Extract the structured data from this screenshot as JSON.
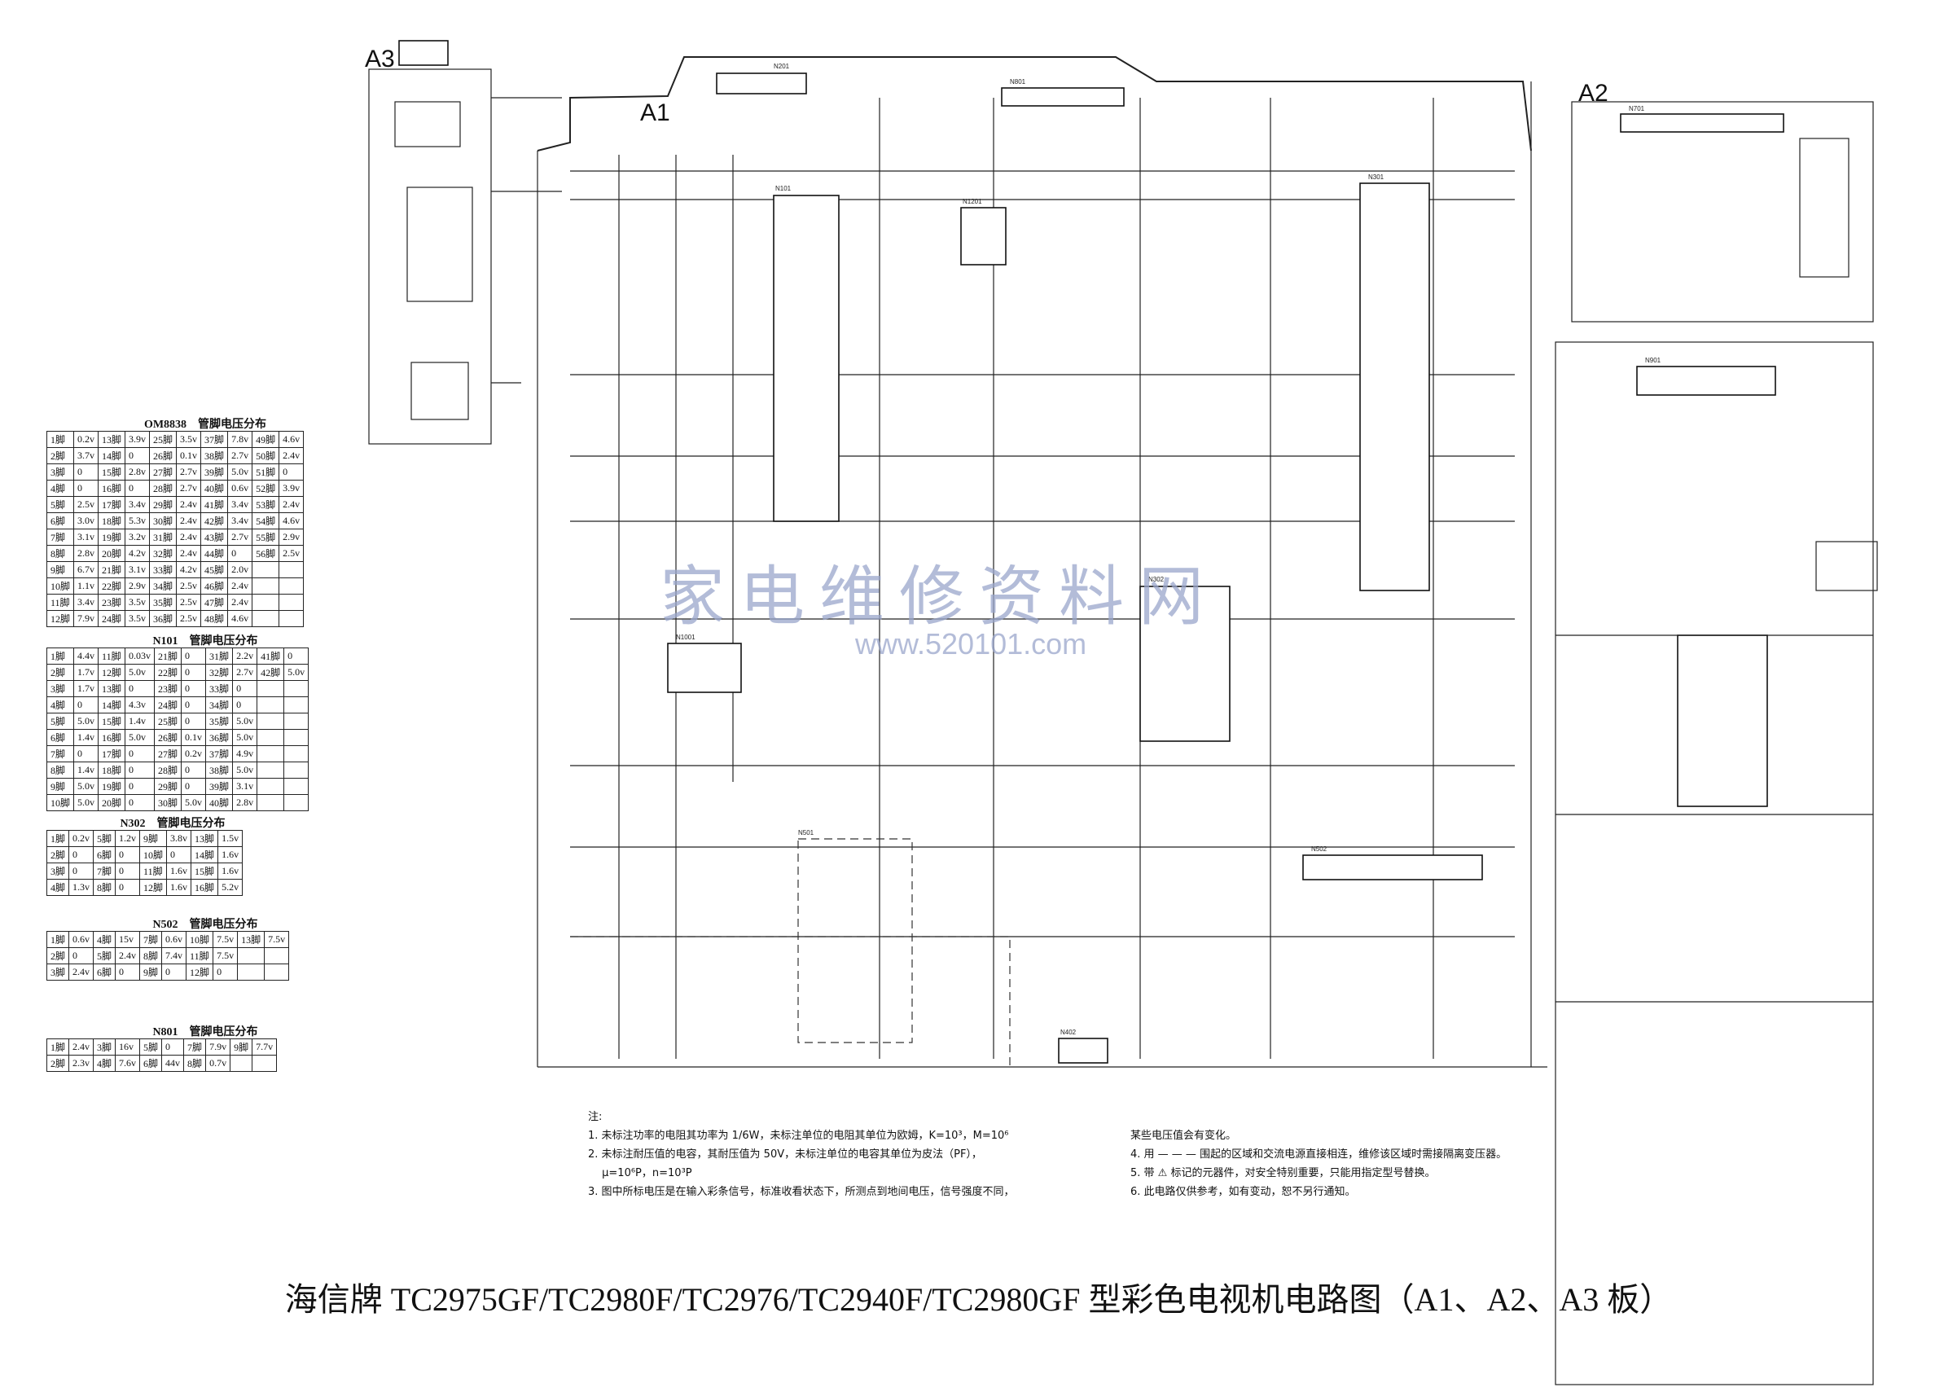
{
  "boards": {
    "a1": "A1",
    "a2": "A2",
    "a3": "A3"
  },
  "chip_labels": [
    "N201",
    "N101",
    "N301",
    "N302",
    "N501",
    "N502",
    "N801",
    "N901",
    "N1001",
    "N1201",
    "N701",
    "N402"
  ],
  "voltage_tables": [
    {
      "title": "OM8838　管脚电压分布",
      "rows": [
        [
          "1脚",
          "0.2v",
          "13脚",
          "3.9v",
          "25脚",
          "3.5v",
          "37脚",
          "7.8v",
          "49脚",
          "4.6v"
        ],
        [
          "2脚",
          "3.7v",
          "14脚",
          "0",
          "26脚",
          "0.1v",
          "38脚",
          "2.7v",
          "50脚",
          "2.4v"
        ],
        [
          "3脚",
          "0",
          "15脚",
          "2.8v",
          "27脚",
          "2.7v",
          "39脚",
          "5.0v",
          "51脚",
          "0"
        ],
        [
          "4脚",
          "0",
          "16脚",
          "0",
          "28脚",
          "2.7v",
          "40脚",
          "0.6v",
          "52脚",
          "3.9v"
        ],
        [
          "5脚",
          "2.5v",
          "17脚",
          "3.4v",
          "29脚",
          "2.4v",
          "41脚",
          "3.4v",
          "53脚",
          "2.4v"
        ],
        [
          "6脚",
          "3.0v",
          "18脚",
          "5.3v",
          "30脚",
          "2.4v",
          "42脚",
          "3.4v",
          "54脚",
          "4.6v"
        ],
        [
          "7脚",
          "3.1v",
          "19脚",
          "3.2v",
          "31脚",
          "2.4v",
          "43脚",
          "2.7v",
          "55脚",
          "2.9v"
        ],
        [
          "8脚",
          "2.8v",
          "20脚",
          "4.2v",
          "32脚",
          "2.4v",
          "44脚",
          "0",
          "56脚",
          "2.5v"
        ],
        [
          "9脚",
          "6.7v",
          "21脚",
          "3.1v",
          "33脚",
          "4.2v",
          "45脚",
          "2.0v",
          "",
          ""
        ],
        [
          "10脚",
          "1.1v",
          "22脚",
          "2.9v",
          "34脚",
          "2.5v",
          "46脚",
          "2.4v",
          "",
          ""
        ],
        [
          "11脚",
          "3.4v",
          "23脚",
          "3.5v",
          "35脚",
          "2.5v",
          "47脚",
          "2.4v",
          "",
          ""
        ],
        [
          "12脚",
          "7.9v",
          "24脚",
          "3.5v",
          "36脚",
          "2.5v",
          "48脚",
          "4.6v",
          "",
          ""
        ]
      ]
    },
    {
      "title": "N101　管脚电压分布",
      "rows": [
        [
          "1脚",
          "4.4v",
          "11脚",
          "0.03v",
          "21脚",
          "0",
          "31脚",
          "2.2v",
          "41脚",
          "0"
        ],
        [
          "2脚",
          "1.7v",
          "12脚",
          "5.0v",
          "22脚",
          "0",
          "32脚",
          "2.7v",
          "42脚",
          "5.0v"
        ],
        [
          "3脚",
          "1.7v",
          "13脚",
          "0",
          "23脚",
          "0",
          "33脚",
          "0",
          "",
          ""
        ],
        [
          "4脚",
          "0",
          "14脚",
          "4.3v",
          "24脚",
          "0",
          "34脚",
          "0",
          "",
          ""
        ],
        [
          "5脚",
          "5.0v",
          "15脚",
          "1.4v",
          "25脚",
          "0",
          "35脚",
          "5.0v",
          "",
          ""
        ],
        [
          "6脚",
          "1.4v",
          "16脚",
          "5.0v",
          "26脚",
          "0.1v",
          "36脚",
          "5.0v",
          "",
          ""
        ],
        [
          "7脚",
          "0",
          "17脚",
          "0",
          "27脚",
          "0.2v",
          "37脚",
          "4.9v",
          "",
          ""
        ],
        [
          "8脚",
          "1.4v",
          "18脚",
          "0",
          "28脚",
          "0",
          "38脚",
          "5.0v",
          "",
          ""
        ],
        [
          "9脚",
          "5.0v",
          "19脚",
          "0",
          "29脚",
          "0",
          "39脚",
          "3.1v",
          "",
          ""
        ],
        [
          "10脚",
          "5.0v",
          "20脚",
          "0",
          "30脚",
          "5.0v",
          "40脚",
          "2.8v",
          "",
          ""
        ]
      ]
    },
    {
      "title": "N302　管脚电压分布",
      "rows": [
        [
          "1脚",
          "0.2v",
          "5脚",
          "1.2v",
          "9脚",
          "3.8v",
          "13脚",
          "1.5v"
        ],
        [
          "2脚",
          "0",
          "6脚",
          "0",
          "10脚",
          "0",
          "14脚",
          "1.6v"
        ],
        [
          "3脚",
          "0",
          "7脚",
          "0",
          "11脚",
          "1.6v",
          "15脚",
          "1.6v"
        ],
        [
          "4脚",
          "1.3v",
          "8脚",
          "0",
          "12脚",
          "1.6v",
          "16脚",
          "5.2v"
        ]
      ]
    },
    {
      "title": "N502　管脚电压分布",
      "rows": [
        [
          "1脚",
          "0.6v",
          "4脚",
          "15v",
          "7脚",
          "0.6v",
          "10脚",
          "7.5v",
          "13脚",
          "7.5v"
        ],
        [
          "2脚",
          "0",
          "5脚",
          "2.4v",
          "8脚",
          "7.4v",
          "11脚",
          "7.5v",
          "",
          ""
        ],
        [
          "3脚",
          "2.4v",
          "6脚",
          "0",
          "9脚",
          "0",
          "12脚",
          "0",
          "",
          ""
        ]
      ]
    },
    {
      "title": "N801　管脚电压分布",
      "rows": [
        [
          "1脚",
          "2.4v",
          "3脚",
          "16v",
          "5脚",
          "0",
          "7脚",
          "7.9v",
          "9脚",
          "7.7v"
        ],
        [
          "2脚",
          "2.3v",
          "4脚",
          "7.6v",
          "6脚",
          "44v",
          "8脚",
          "0.7v",
          "",
          ""
        ]
      ]
    }
  ],
  "notes": {
    "heading": "注:",
    "left": [
      "1. 未标注功率的电阻其功率为 1/6W，未标注单位的电阻其单位为欧姆，K=10³，M=10⁶",
      "2. 未标注耐压值的电容，其耐压值为 50V，未标注单位的电容其单位为皮法（PF），",
      "　 μ=10⁶P，n=10³P",
      "3. 图中所标电压是在输入彩条信号，标准收看状态下，所测点到地间电压，信号强度不同，"
    ],
    "right": [
      "某些电压值会有变化。",
      "4. 用 — — — 围起的区域和交流电源直接相连，维修该区域时需接隔离变压器。",
      "5. 带 ⚠ 标记的元器件，对安全特别重要，只能用指定型号替换。",
      "6. 此电路仅供参考，如有变动，恕不另行通知。"
    ]
  },
  "title": "海信牌 TC2975GF/TC2980F/TC2976/TC2940F/TC2980GF 型彩色电视机电路图（A1、A2、A3 板）",
  "watermark": {
    "cn": "家电维修资料网",
    "url": "www.520101.com"
  }
}
